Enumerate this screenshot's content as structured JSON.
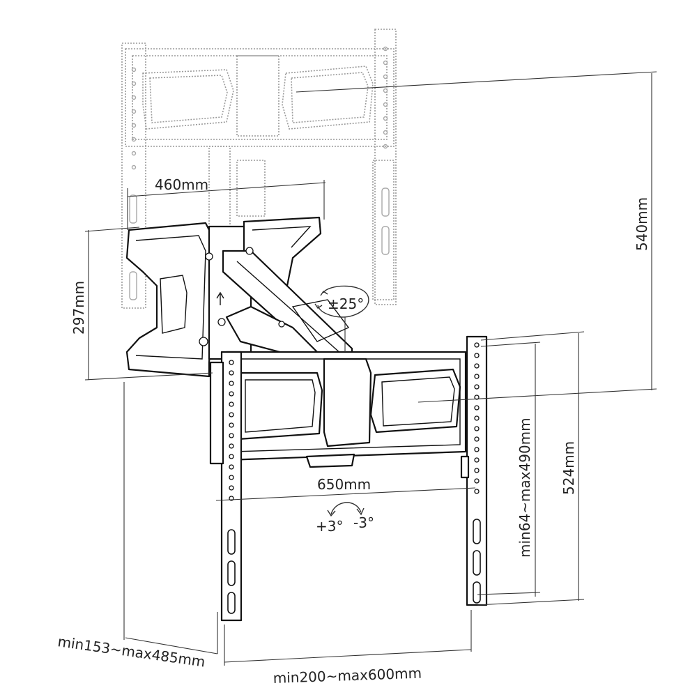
{
  "diagram": {
    "dimensions": {
      "arm_width": "460mm",
      "wall_plate_height": "297mm",
      "extension": "540mm",
      "swivel": "±25°",
      "tilt_up": "+3°",
      "tilt_down": "-3°",
      "plate_width": "650mm",
      "vesa_vertical_range": "min64~max490mm",
      "bracket_height": "524mm",
      "depth_range": "min153~max485mm",
      "vesa_horizontal_range": "min200~max600mm"
    },
    "colors": {
      "line": "#111111",
      "ghost": "#9a9a9a",
      "background": "#ffffff"
    }
  }
}
